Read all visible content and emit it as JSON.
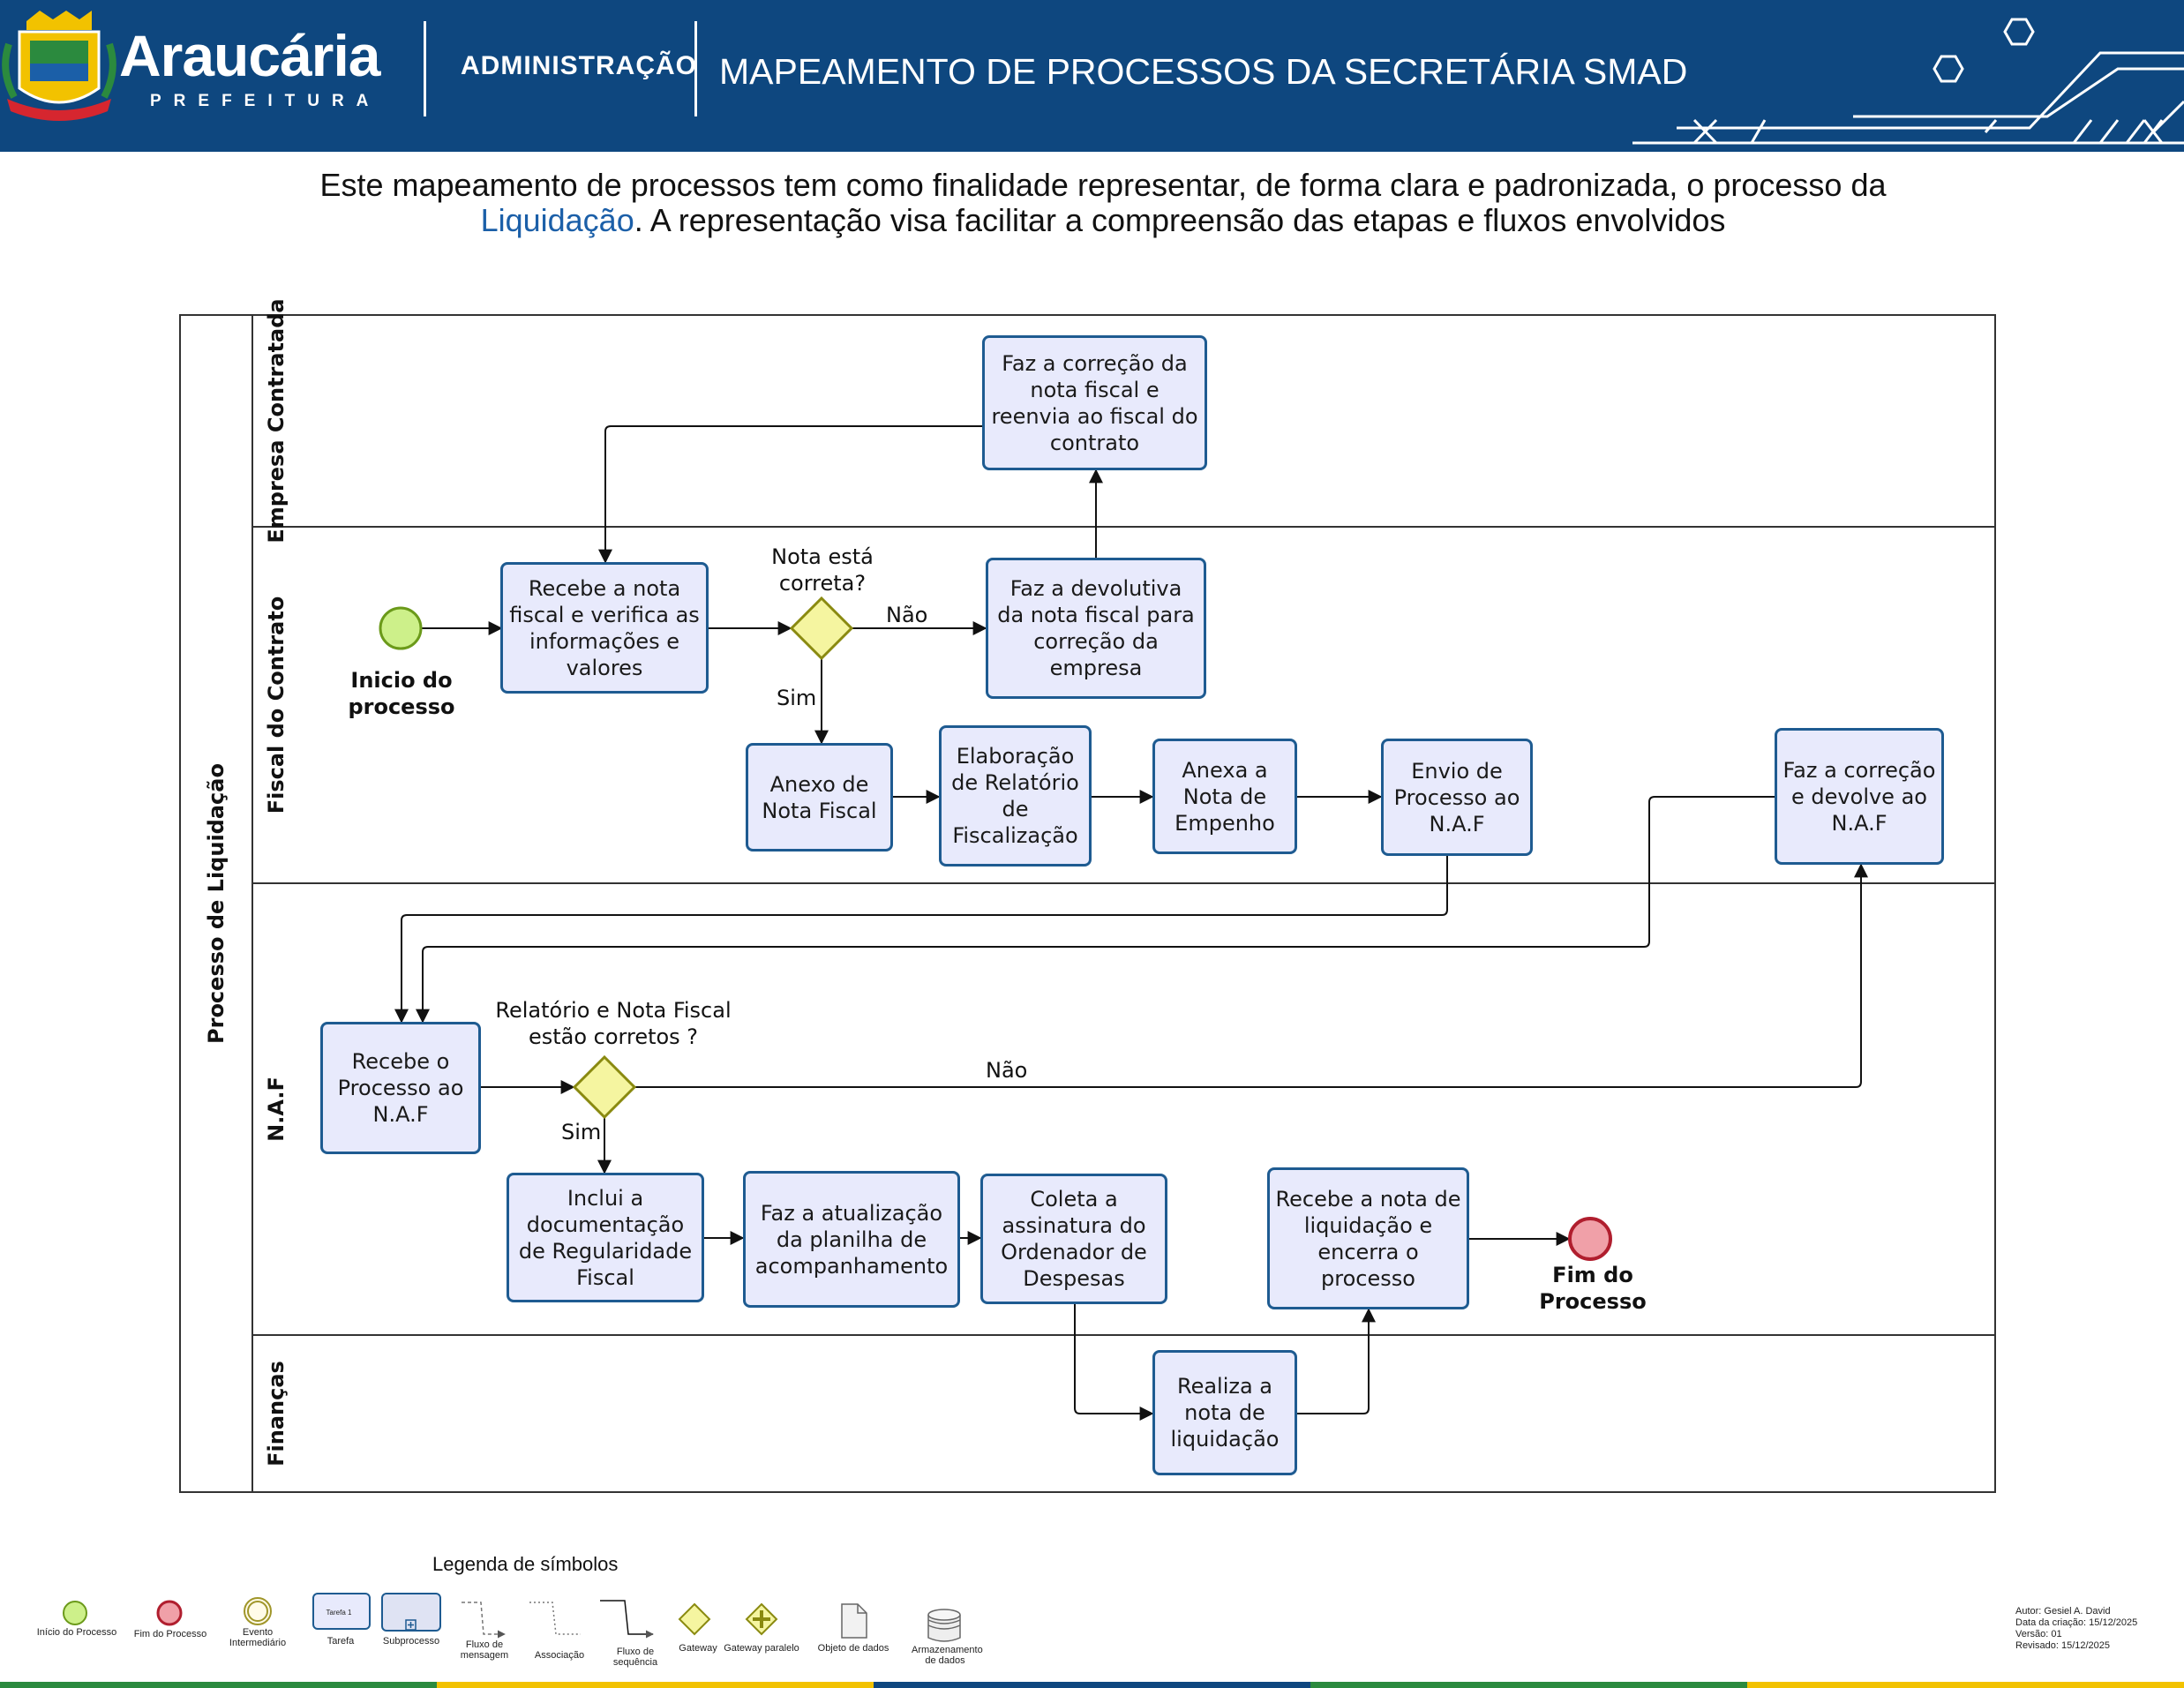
{
  "header": {
    "brand": "Araucária",
    "brand_sub": "PREFEITURA",
    "section": "ADMINISTRAÇÃO",
    "title": "MAPEAMENTO DE PROCESSOS DA SECRETÁRIA SMAD",
    "bg_color": "#0e477f"
  },
  "intro": {
    "part1": "Este mapeamento de processos tem como finalidade representar, de forma clara e padronizada, o processo da",
    "highlight": "Liquidação",
    "part2": ". A representação visa facilitar a compreensão das etapas e fluxos envolvidos"
  },
  "pool": {
    "name": "Processo de Liquidação",
    "lanes": [
      "Empresa  Contratada",
      "Fiscal do Contrato",
      "N.A.F",
      "Finanças"
    ]
  },
  "tasks": {
    "corrige_nf": "Faz a correção da nota fiscal e reenvia ao fiscal do contrato",
    "recebe_nota": "Recebe a nota fiscal e verifica as informações e valores",
    "devolutiva": "Faz a devolutiva da nota fiscal para correção da empresa",
    "anexo_nf": "Anexo de Nota Fiscal",
    "relatorio": "Elaboração de Relatório de Fiscalização",
    "anexa_empenho": "Anexa a Nota de Empenho",
    "envio_naf": "Envio de Processo ao N.A.F",
    "corrige_naf": "Faz a correção e devolve ao N.A.F",
    "recebe_naf": "Recebe o Processo ao N.A.F",
    "inclui_doc": "Inclui a documentação de Regularidade Fiscal",
    "atualiza_planilha": "Faz a atualização da planilha de acompanhamento",
    "coleta_assinatura": "Coleta a assinatura do Ordenador de Despesas",
    "recebe_liquidacao": "Recebe a nota de liquidação e encerra o processo",
    "realiza_liquidacao": "Realiza a nota de liquidação"
  },
  "events": {
    "start": "Inicio do processo",
    "end": "Fim do Processo"
  },
  "gateways": {
    "g1_question": "Nota está correta?",
    "g2_question": "Relatório e Nota Fiscal estão corretos ?",
    "yes": "Sim",
    "no": "Não"
  },
  "colors": {
    "task_fill": "#e8eafc",
    "task_border": "#1e5b91",
    "start_fill": "#cdf08a",
    "end_fill": "#f0a0a8",
    "gateway_fill": "#f5f5a0"
  },
  "legend": {
    "title": "Legenda de símbolos",
    "items": [
      {
        "label": "Início do Processo",
        "icon": "start-event"
      },
      {
        "label": "Fim do Processo",
        "icon": "end-event"
      },
      {
        "label": "Evento Intermediário",
        "icon": "intermediate-event"
      },
      {
        "label": "Tarefa",
        "icon": "task",
        "inner": "Tarefa 1"
      },
      {
        "label": "Subprocesso",
        "icon": "subprocess"
      },
      {
        "label": "Fluxo de mensagem",
        "icon": "message-flow"
      },
      {
        "label": "Associação",
        "icon": "association"
      },
      {
        "label": "Fluxo de sequência",
        "icon": "sequence-flow"
      },
      {
        "label": "Gateway",
        "icon": "gateway"
      },
      {
        "label": "Gateway paralelo",
        "icon": "parallel-gateway"
      },
      {
        "label": "Objeto de dados",
        "icon": "data-object"
      },
      {
        "label": "Armazenamento de dados",
        "icon": "data-store"
      }
    ]
  },
  "meta": {
    "autor": "Autor: Gesiel A. David",
    "criacao": "Data da criação: 15/12/2025",
    "versao": "Versão: 01",
    "revisado": "Revisado: 15/12/2025"
  }
}
